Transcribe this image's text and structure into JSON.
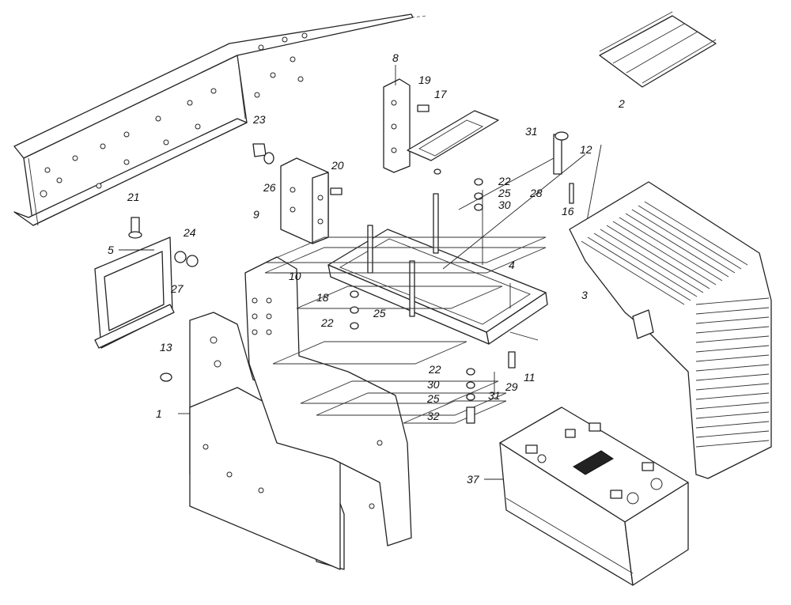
{
  "callouts": [
    {
      "id": "c1",
      "text": "1"
    },
    {
      "id": "c2",
      "text": "2"
    },
    {
      "id": "c3",
      "text": "3"
    },
    {
      "id": "c4",
      "text": "4"
    },
    {
      "id": "c5",
      "text": "5"
    },
    {
      "id": "c8",
      "text": "8"
    },
    {
      "id": "c9",
      "text": "9"
    },
    {
      "id": "c10",
      "text": "10"
    },
    {
      "id": "c11",
      "text": "11"
    },
    {
      "id": "c12",
      "text": "12"
    },
    {
      "id": "c13",
      "text": "13"
    },
    {
      "id": "c16",
      "text": "16"
    },
    {
      "id": "c17",
      "text": "17"
    },
    {
      "id": "c18",
      "text": "18"
    },
    {
      "id": "c19",
      "text": "19"
    },
    {
      "id": "c20",
      "text": "20"
    },
    {
      "id": "c21",
      "text": "21"
    },
    {
      "id": "c22a",
      "text": "22"
    },
    {
      "id": "c22b",
      "text": "22"
    },
    {
      "id": "c22c",
      "text": "22"
    },
    {
      "id": "c23",
      "text": "23"
    },
    {
      "id": "c24",
      "text": "24"
    },
    {
      "id": "c25a",
      "text": "25"
    },
    {
      "id": "c25b",
      "text": "25"
    },
    {
      "id": "c25c",
      "text": "25"
    },
    {
      "id": "c26",
      "text": "26"
    },
    {
      "id": "c27",
      "text": "27"
    },
    {
      "id": "c28",
      "text": "28"
    },
    {
      "id": "c29",
      "text": "29"
    },
    {
      "id": "c30a",
      "text": "30"
    },
    {
      "id": "c30b",
      "text": "30"
    },
    {
      "id": "c31a",
      "text": "31"
    },
    {
      "id": "c31b",
      "text": "31"
    },
    {
      "id": "c32",
      "text": "32"
    },
    {
      "id": "c37",
      "text": "37"
    }
  ],
  "colors": {
    "line": "#222222",
    "background": "#ffffff"
  }
}
